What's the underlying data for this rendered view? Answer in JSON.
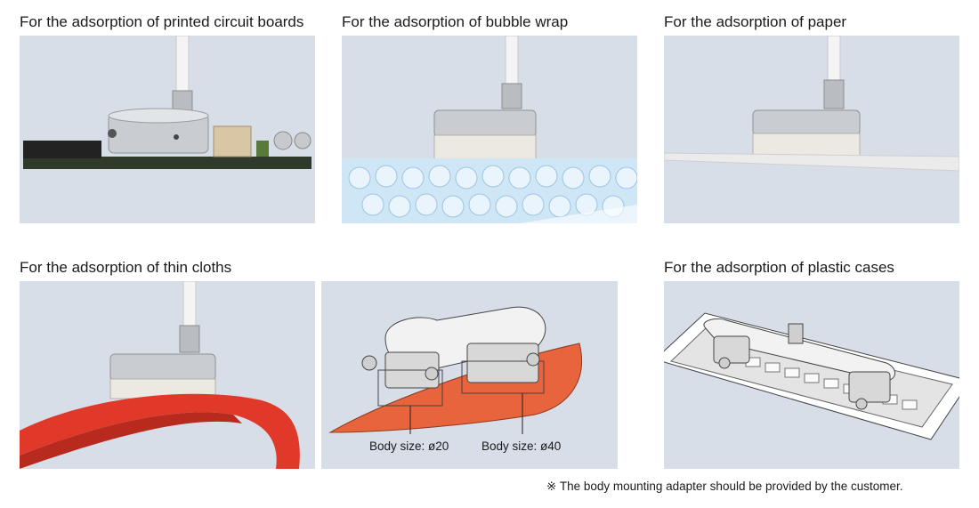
{
  "captions": {
    "pcb": "For the adsorption of printed circuit boards",
    "bubble": "For the adsorption of bubble wrap",
    "paper": "For the adsorption of paper",
    "cloth": "For the adsorption of thin cloths",
    "plastic": "For the adsorption of plastic cases"
  },
  "diagram": {
    "label_20": "Body size: ø20",
    "label_40": "Body size: ø40"
  },
  "footnote": "※ The body mounting adapter should be provided by the customer.",
  "colors": {
    "panel_bg": "#d7dee8",
    "cloth_red": "#e0392a",
    "diagram_orange": "#e8643c",
    "bubble_blue": "#cfe6f6"
  }
}
